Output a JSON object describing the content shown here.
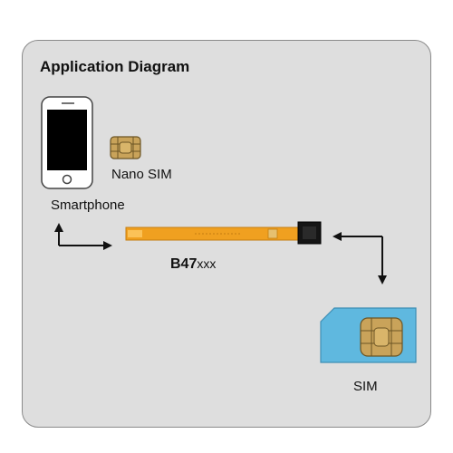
{
  "diagram": {
    "title": "Application Diagram",
    "labels": {
      "smartphone": "Smartphone",
      "nano_sim": "Nano SIM",
      "cable_model": "B47",
      "cable_model_suffix": "xxx",
      "sim": "SIM"
    },
    "colors": {
      "panel_background": "#dedede",
      "panel_border": "#8a8a8a",
      "flex_cable": "#f0a020",
      "sim_card": "#5fb8df",
      "chip_gold": "#c9a35a",
      "phone_body": "#ffffff",
      "phone_screen": "#000000"
    },
    "icons": [
      "smartphone-icon",
      "nano-sim-icon",
      "flex-cable-icon",
      "sim-card-icon",
      "arrow-icon"
    ]
  }
}
